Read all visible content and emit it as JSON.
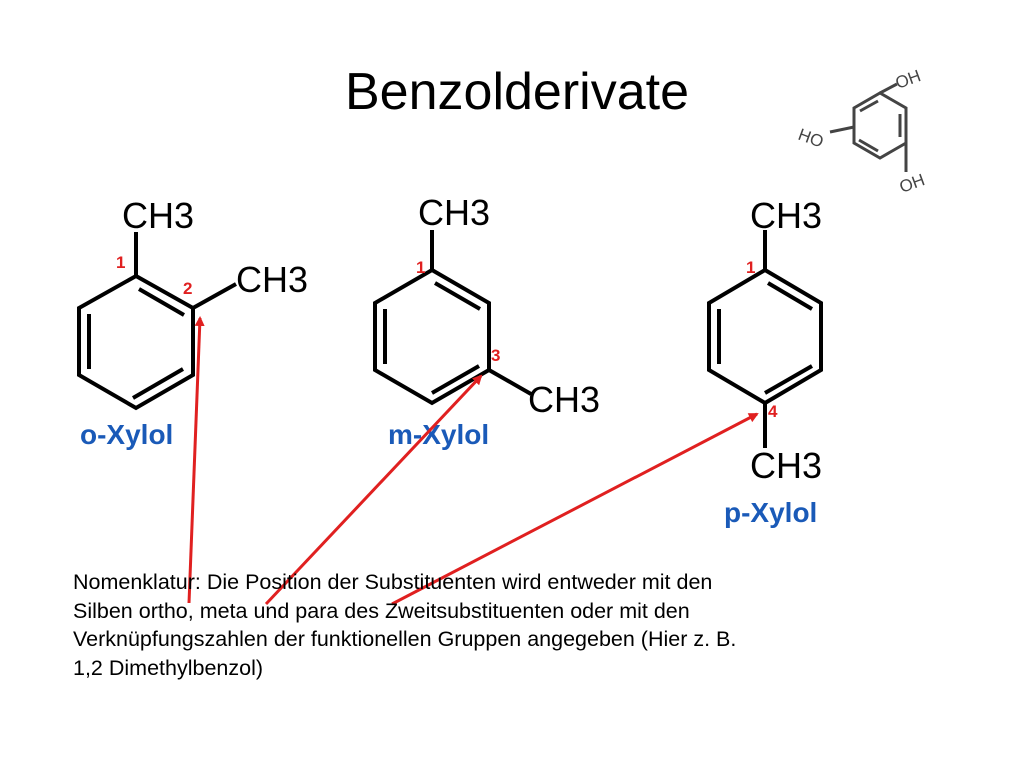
{
  "slide": {
    "title": "Benzolderivate",
    "molecules": [
      {
        "name": "o-Xylol",
        "substituent_top": "CH3",
        "substituent_second": "CH3",
        "position_labels": [
          "1",
          "2"
        ]
      },
      {
        "name": "m-Xylol",
        "substituent_top": "CH3",
        "substituent_second": "CH3",
        "position_labels": [
          "1",
          "3"
        ]
      },
      {
        "name": "p-Xylol",
        "substituent_top": "CH3",
        "substituent_second": "CH3",
        "position_labels": [
          "1",
          "4"
        ]
      }
    ],
    "phloroglucinol": {
      "groups": [
        "OH",
        "HO",
        "OH"
      ]
    },
    "body_lines": [
      "Nomenklatur: Die Position der Substituenten wird entweder mit den",
      "Silben ortho, meta und para des Zweitsubstituenten oder mit den",
      "Verknüpfungszahlen der funktionellen Gruppen angegeben (Hier z. B.",
      "1,2 Dimethylbenzol)"
    ],
    "colors": {
      "molecule_name": "#1a5ab8",
      "position_label": "#e02020",
      "arrow": "#e02020",
      "bond": "#000000",
      "phloroglucinol_bond": "#444444"
    }
  }
}
